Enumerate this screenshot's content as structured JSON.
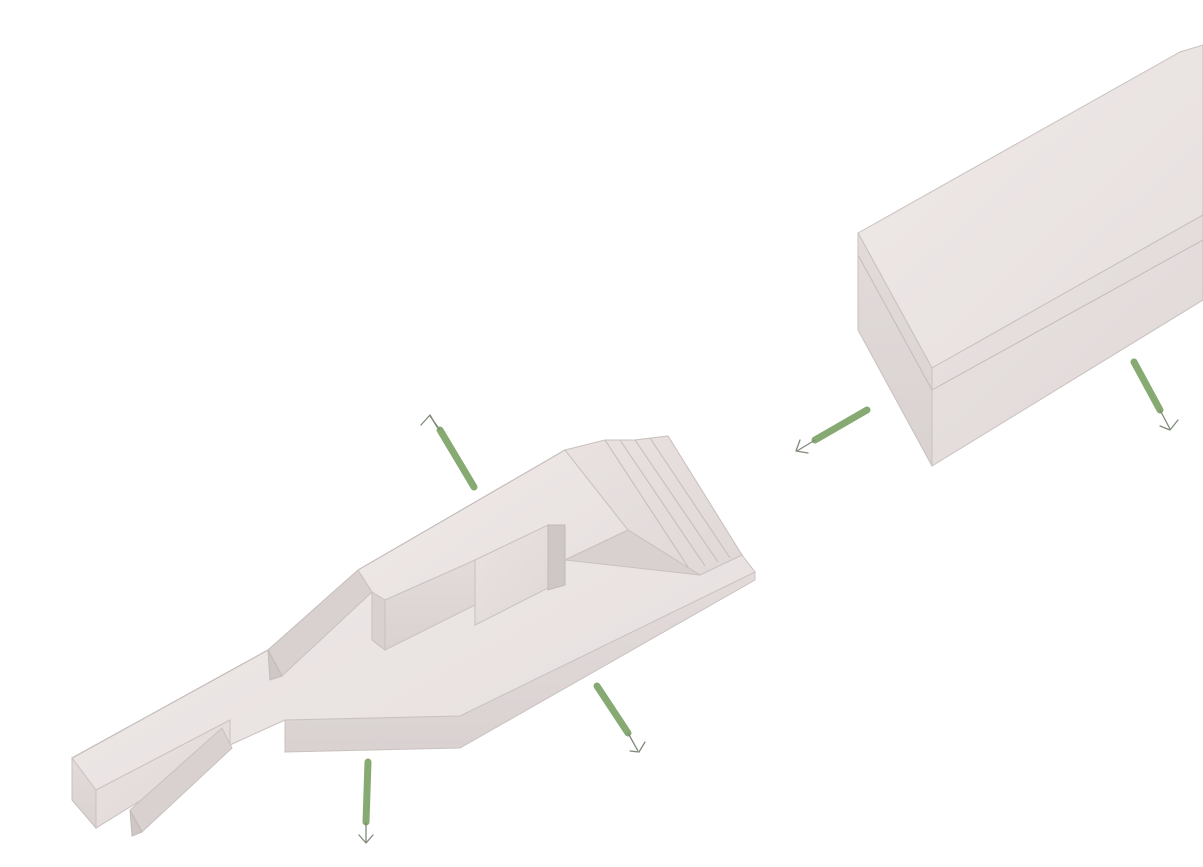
{
  "colors": {
    "background": "#ffffff",
    "stone_top": "#ece6e5",
    "stone_side": "#e4dddc",
    "stone_shadow": "#d6cecc",
    "arrow": "#86aa72",
    "arrow_head": "#7f8a7b"
  },
  "parts": [
    {
      "name": "stepped-stone-block",
      "description_visible": false
    },
    {
      "name": "rectangular-stone-beam",
      "description_visible": false
    }
  ],
  "arrows": [
    {
      "name": "arrow-up-left",
      "direction": "up-left"
    },
    {
      "name": "arrow-down-right-lower",
      "direction": "down-right"
    },
    {
      "name": "arrow-down",
      "direction": "down"
    },
    {
      "name": "arrow-left-between",
      "direction": "down-left"
    },
    {
      "name": "arrow-down-right-beam",
      "direction": "down-right"
    }
  ]
}
